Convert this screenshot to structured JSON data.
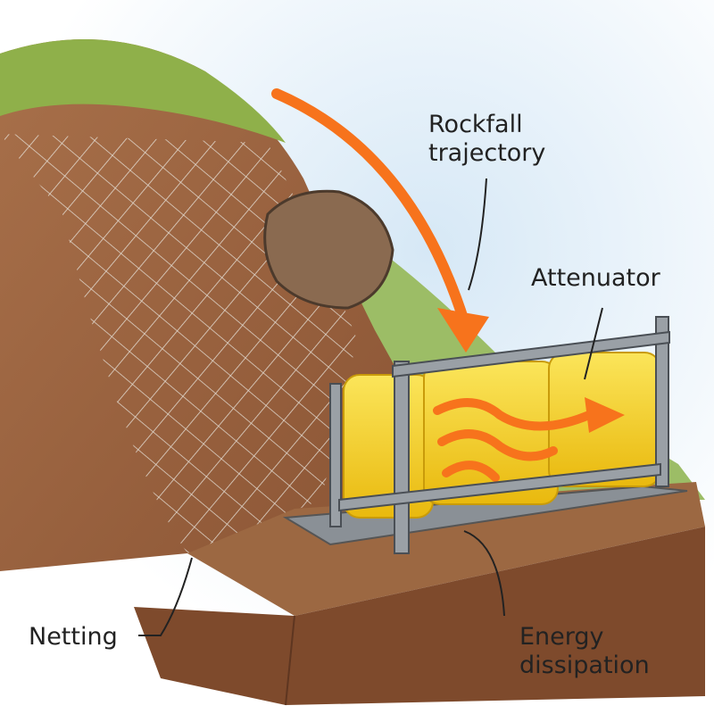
{
  "labels": {
    "trajectory_line1": "Rockfall",
    "trajectory_line2": "trajectory",
    "attenuator": "Attenuator",
    "netting": "Netting",
    "energy_line1": "Energy",
    "energy_line2": "dissipation"
  },
  "colors": {
    "sky": "#cfe3f3",
    "grass": "#8fb04a",
    "soil": "#a06a42",
    "arrow": "#f7731c",
    "attenuator": "#f6d21e",
    "frame": "#8a9096"
  }
}
